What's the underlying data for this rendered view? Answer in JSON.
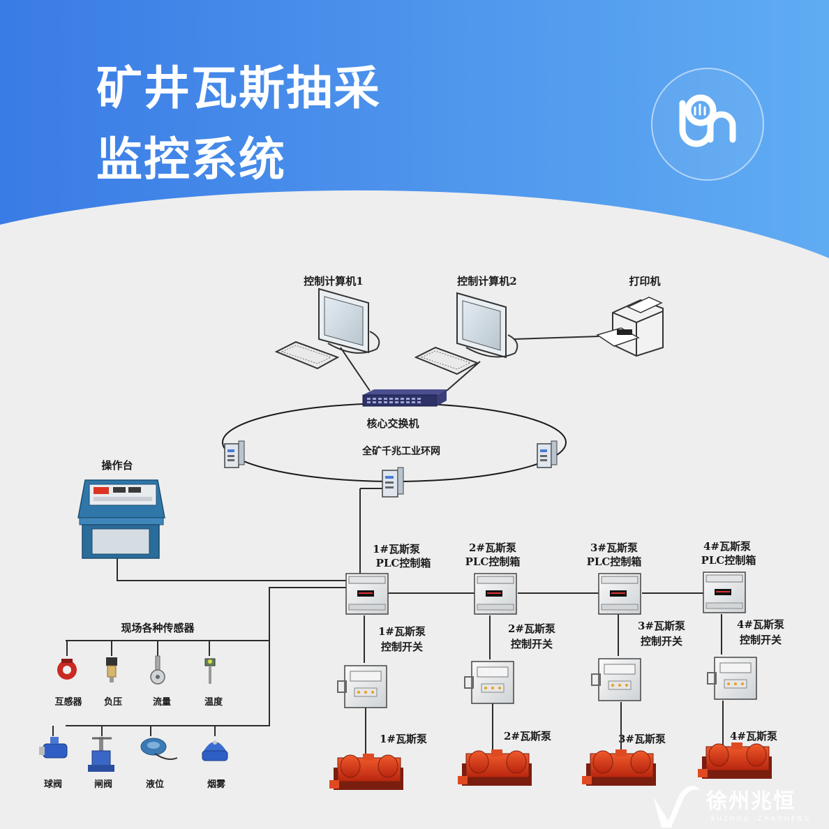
{
  "header": {
    "title_line1": "矿井瓦斯抽采",
    "title_line2": "监控系统",
    "logo_icon": "circular-brand-logo-icon",
    "colors": {
      "gradient_start": "#3c7fe6",
      "gradient_end": "#5eaaf2",
      "background": "#eeeeee"
    }
  },
  "diagram": {
    "computer1": "控制计算机1",
    "computer2": "控制计算机2",
    "printer": "打印机",
    "core_switch": "核心交换机",
    "ring_network": "全矿千兆工业环网",
    "console": "操作台",
    "sensors_title": "现场各种传感器",
    "sensors": [
      "互感器",
      "负压",
      "流量",
      "温度"
    ],
    "valves": [
      "球阀",
      "闸阀",
      "液位",
      "烟雾"
    ],
    "plc_boxes": [
      {
        "line1": "1#瓦斯泵",
        "line2": "PLC控制箱"
      },
      {
        "line1": "2#瓦斯泵",
        "line2": "PLC控制箱"
      },
      {
        "line1": "3#瓦斯泵",
        "line2": "PLC控制箱"
      },
      {
        "line1": "4#瓦斯泵",
        "line2": "PLC控制箱"
      }
    ],
    "switches": [
      {
        "line1": "1#瓦斯泵",
        "line2": "控制开关"
      },
      {
        "line1": "2#瓦斯泵",
        "line2": "控制开关"
      },
      {
        "line1": "3#瓦斯泵",
        "line2": "控制开关"
      },
      {
        "line1": "4#瓦斯泵",
        "line2": "控制开关"
      }
    ],
    "pumps": [
      "1#瓦斯泵",
      "2#瓦斯泵",
      "3#瓦斯泵",
      "4#瓦斯泵"
    ]
  },
  "watermark": {
    "brand_cn": "徐州兆恒",
    "brand_en1": "XUZHOU",
    "brand_en2": "ZHAOHENG"
  }
}
